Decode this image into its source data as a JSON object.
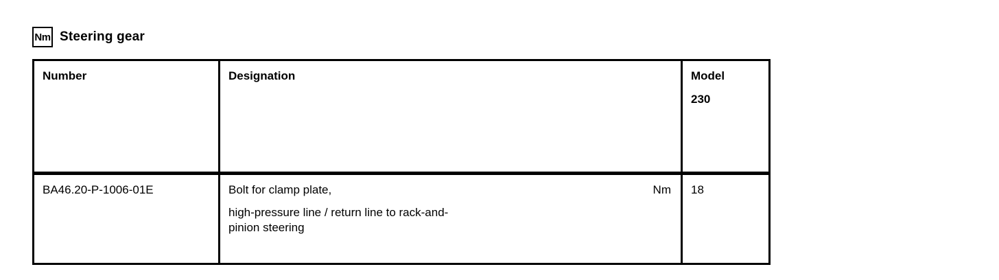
{
  "colors": {
    "background": "#ffffff",
    "text": "#000000",
    "table_border": "#000000"
  },
  "header": {
    "badge": "Nm",
    "title": "Steering gear"
  },
  "table": {
    "columns": [
      {
        "label": "Number"
      },
      {
        "label": "Designation"
      },
      {
        "label": "Model",
        "sub": "230"
      }
    ],
    "rows": [
      {
        "number": "BA46.20-P-1006-01E",
        "designation": {
          "line1": "Bolt for clamp plate,",
          "unit": "Nm",
          "line2": "high-pressure line / return line to rack-and-",
          "line3": "pinion steering"
        },
        "model_230": "18"
      }
    ]
  }
}
